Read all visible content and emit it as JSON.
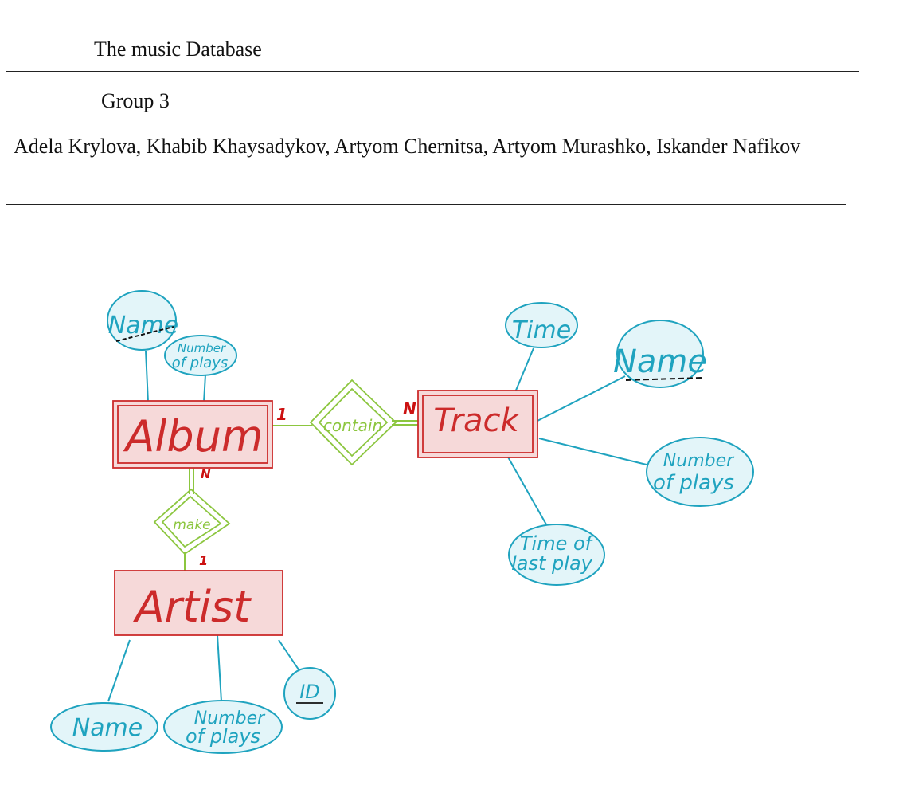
{
  "document": {
    "title": "The music Database",
    "group": "Group 3",
    "authors": "Adela Krylova, Khabib Khaysadykov, Artyom Chernitsa, Artyom Murashko, Iskander Nafikov"
  },
  "diagram": {
    "entities": {
      "album": "Album",
      "track": "Track",
      "artist": "Artist"
    },
    "relationships": {
      "contain": "contain",
      "make": "make"
    },
    "cardinalities": {
      "album_contain": "1",
      "track_contain": "N",
      "album_make": "N",
      "artist_make": "1"
    },
    "attributes": {
      "album_name": "Name",
      "album_number_of_plays": [
        "Number",
        "of plays"
      ],
      "track_time": "Time",
      "track_name": "Name",
      "track_number_of_plays": [
        "Number",
        "of plays"
      ],
      "track_time_of_last_play": [
        "Time of",
        "last play"
      ],
      "artist_name": "Name",
      "artist_number_of_plays": [
        "Number",
        "of plays"
      ],
      "artist_id": "ID"
    },
    "colors": {
      "entity_stroke": "#cc2b2b",
      "entity_fill": "#f6d9d9",
      "entity_text": "#cc2b2b",
      "relationship_stroke": "#8cc63f",
      "attribute_stroke": "#1fa3bf",
      "attribute_fill": "#e3f5f9",
      "cardinality": "#cc1111"
    }
  }
}
